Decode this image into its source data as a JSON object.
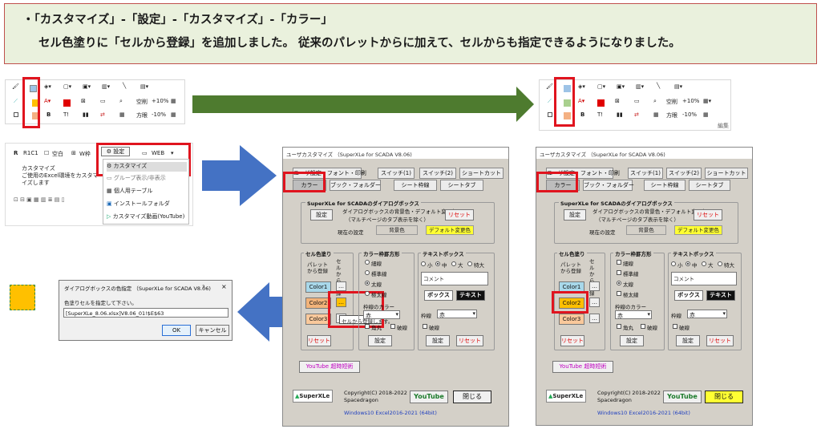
{
  "banner": {
    "line1": "・「カスタマイズ」-「設定」-「カスタマイズ」-「カラー」",
    "line2": "セル色塗りに「セルから登録」を追加しました。 従来のパレットからに加えて、セルからも指定できるようになりました。"
  },
  "ribbon": {
    "percent_plus": "+10%",
    "percent_minus": "-10%",
    "kuhaku": "空削",
    "houkou": "方眼",
    "section": "編集"
  },
  "addin_tab": {
    "r1c1": "R1C1",
    "blank": "空白",
    "w_label": "W枠",
    "settings_btn": "設定",
    "web_btn": "WEB",
    "customize": "カスタマイズ",
    "customize_desc": "ご使用のExcel環境をカスタマイズします",
    "menu_items": [
      "カスタマイズ",
      "グループ表示/非表示",
      "個人用テーブル",
      "インストールフォルダ",
      "カスタマイズ動画(YouTube)"
    ]
  },
  "color_dialog": {
    "title": "ダイアログボックスの色指定 （SuperXLe for SCADA V8.06)",
    "help": "?",
    "close": "×",
    "prompt": "色塗りセルを指定して下さい。",
    "value": "[SuperXLe_8.06.xlsx]V8.06_01!$E$63",
    "ok": "OK",
    "cancel": "キャンセル"
  },
  "customize_window": {
    "title": "ユーザカスタマイズ （SuperXLe for SCADA V8.06)",
    "tabs_row1": [
      "ユーザ設定・フォント・印刷",
      "スイッチ(1)",
      "スイッチ(2)",
      "ショートカット"
    ],
    "tabs_row2": [
      "カラー",
      "ブック・フォルダー",
      "シート枠線",
      "シートタブ"
    ],
    "dialog_group": "SuperXLe for SCADAのダイアログボックス",
    "settings_btn": "設定",
    "dialog_desc1": "ダイアログボックスの背景色・デフォルト変更色",
    "dialog_desc2": "（マルチページのタブ表示を除く）",
    "reset": "リセット",
    "current_label": "現在の設定",
    "bg_label": "背景色",
    "default_change": "デフォルト変更色",
    "cell_group": "セル色塗り",
    "from_palette": "パレットから登録",
    "from_cell": "セルから登録",
    "color1": "Color1",
    "color2": "Color2",
    "color3": "Color3",
    "cell_btn": "…",
    "tooltip": "セルから登録します。",
    "frame_group": "カラー枠罫方形",
    "line_options": [
      "細線",
      "標準線",
      "太線",
      "極太線"
    ],
    "frame_color_label": "枠線のカラー",
    "frame_color_value": "赤",
    "kakumaru": "角丸",
    "hasen": "破線",
    "set_btn": "設定",
    "text_group": "テキストボックス",
    "size_options": [
      "小",
      "中",
      "大",
      "特大"
    ],
    "comment": "コメント",
    "box_btn": "ボックス",
    "text_btn": "テキスト",
    "waku_label": "枠線",
    "waku_value": "赤",
    "youtube_short": "YouTube 超時短術",
    "brand": "SuperXLe",
    "copyright1": "Copyright(C) 2018-2022",
    "copyright2": "Spacedragon",
    "youtube_btn": "YouTube",
    "close_btn": "閉じる",
    "env": "Windows10  Excel2016-2021 (64bit)"
  },
  "colors": {
    "banner_bg": "#eaf1dd",
    "highlight_red": "#e0141e",
    "arrow_green": "#4e7b2f",
    "arrow_blue": "#4472c4",
    "color1": "#a8d8ea",
    "color2": "#f2b37a",
    "color3": "#f9c89b",
    "swatch_orange": "#ffc000",
    "yellow": "#ffff33",
    "magenta_text": "#c000c0",
    "blue_text": "#1f3fbf"
  }
}
